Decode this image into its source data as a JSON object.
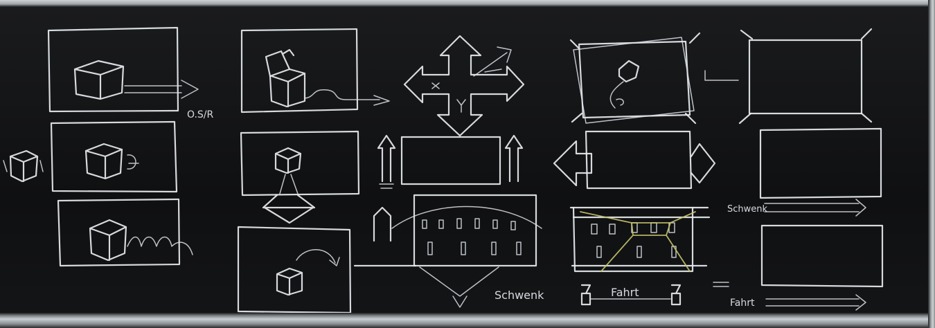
{
  "labels": {
    "osr": "O.S/R",
    "schwenk_bottom": "Schwenk",
    "fahrt_middle": "Fahrt",
    "schwenk_right": "Schwenk",
    "fahrt_right": "Fahrt"
  },
  "colors": {
    "board": "#111214",
    "chalk": "#e8ecef",
    "chalk_yellow": "#c9c46a",
    "frame": "#c9ced2"
  }
}
